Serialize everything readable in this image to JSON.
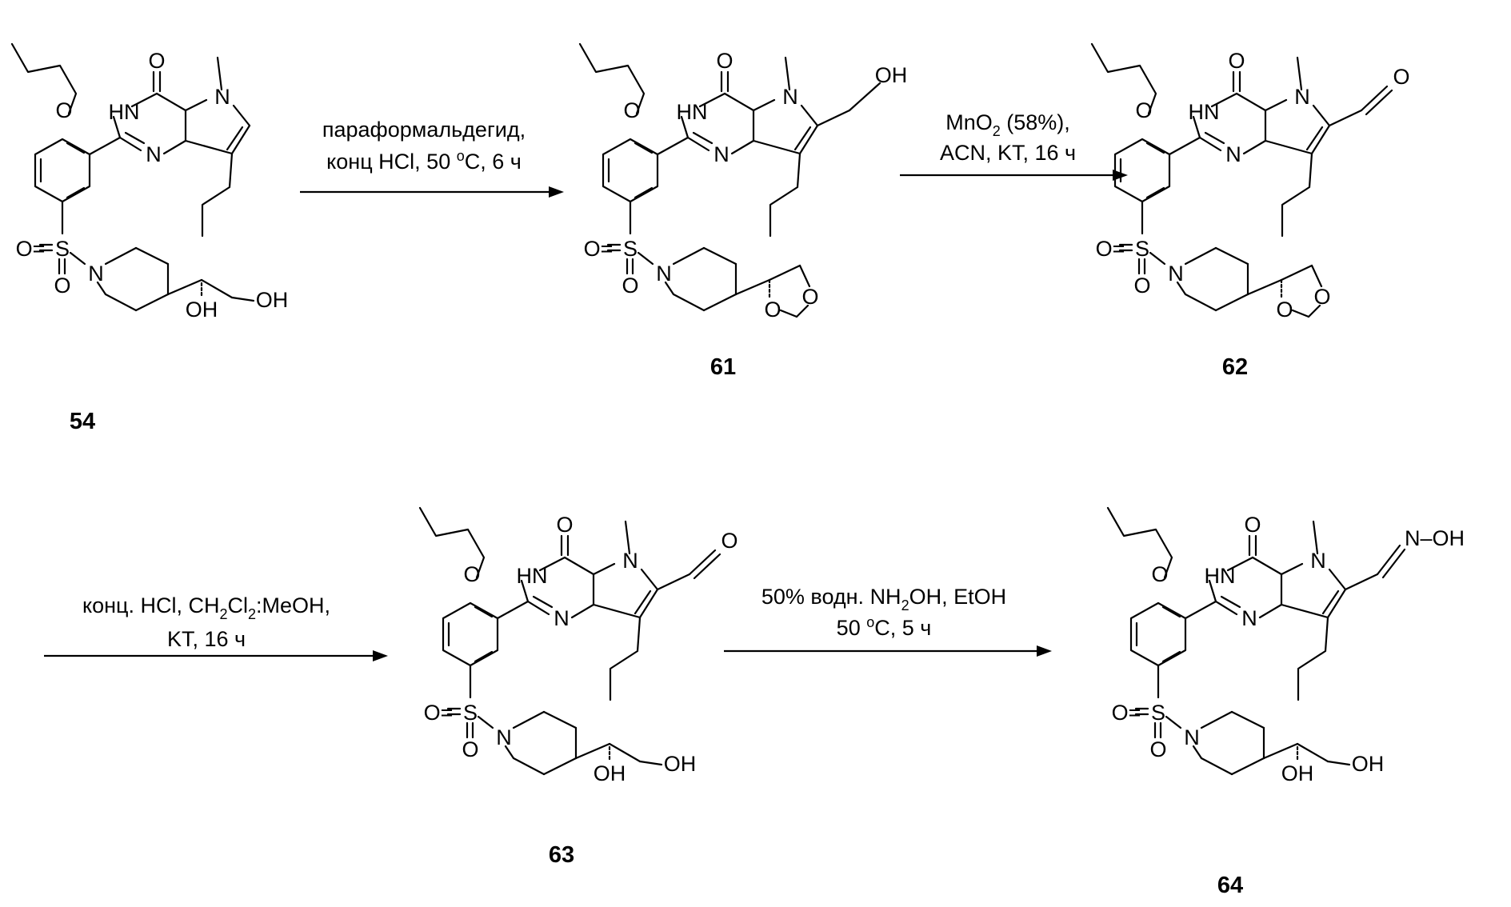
{
  "compounds": [
    {
      "id": "54",
      "label": "54",
      "substituent": "diol"
    },
    {
      "id": "61",
      "label": "61",
      "substituent": "dioxolane",
      "side": "CH2OH"
    },
    {
      "id": "62",
      "label": "62",
      "substituent": "dioxolane",
      "side": "CHO"
    },
    {
      "id": "63",
      "label": "63",
      "substituent": "diol",
      "side": "CHO"
    },
    {
      "id": "64",
      "label": "64",
      "substituent": "diol",
      "side": "oxime"
    }
  ],
  "steps": [
    {
      "from": "54",
      "to": "61",
      "line1": "параформальдегид,",
      "line2_prefix": "конц HCl, 50 ",
      "line2_sup": "o",
      "line2_suffix": "C, 6 ч"
    },
    {
      "from": "61",
      "to": "62",
      "line1_prefix": "MnO",
      "line1_sub": "2",
      "line1_suffix": " (58%),",
      "line2": "ACN, KT, 16 ч"
    },
    {
      "from": "62",
      "to": "63",
      "line1_prefix": "конц. HCl, CH",
      "line1_sub1": "2",
      "line1_mid": "Cl",
      "line1_sub2": "2",
      "line1_suffix": ":MeOH,",
      "line2": "KT, 16 ч"
    },
    {
      "from": "63",
      "to": "64",
      "line1_prefix": "50% водн. NH",
      "line1_sub": "2",
      "line1_suffix": "OH, EtOH",
      "line2_prefix": "50 ",
      "line2_sup": "o",
      "line2_suffix": "C, 5 ч"
    }
  ],
  "atoms": {
    "O": "O",
    "HN": "HN",
    "N": "N",
    "S": "S",
    "OH": "OH",
    "O_eq": "O=",
    "oxime": "N–OH"
  }
}
